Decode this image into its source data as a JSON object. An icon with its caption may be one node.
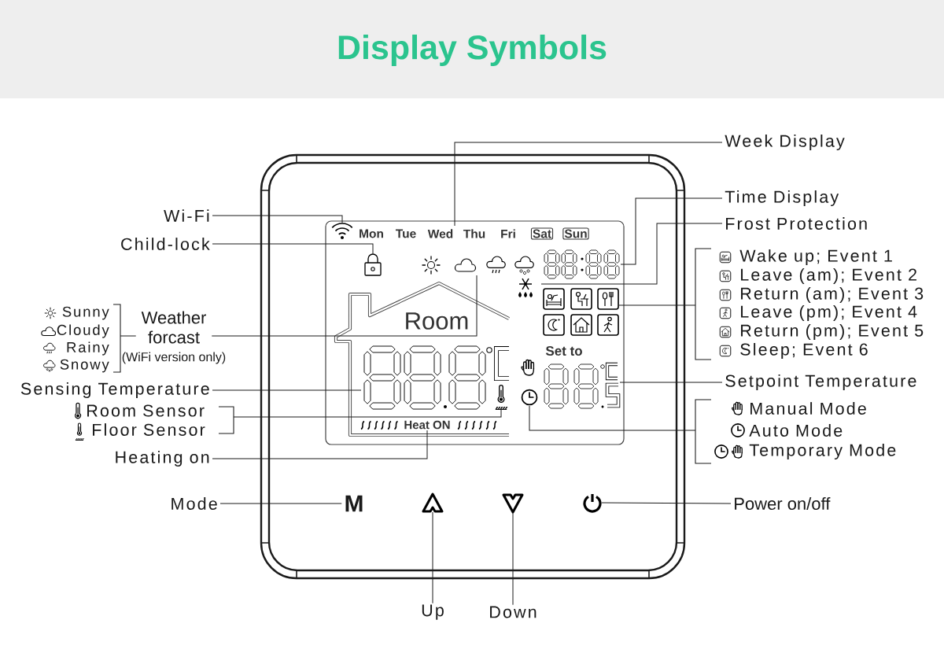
{
  "diagram": {
    "title": "Display Symbols",
    "nodes": [
      {
        "text": [],
        "shape": "box"
      },
      {
        "text": [
          "Room",
          "Set to"
        ],
        "in": 0
      },
      {
        "text": [
          "Mon",
          "Tue",
          "Wed",
          "Thu",
          "Fri",
          "Sat",
          "Sun"
        ],
        "in": 1
      },
      {
        "text": [],
        "shape": "picture",
        "in": 1
      },
      {
        "text": [],
        "shape": "picture",
        "in": 1
      },
      {
        "text": [],
        "shape": "picture",
        "in": 1
      },
      {
        "text": [],
        "shape": "picture",
        "in": 1
      },
      {
        "text": [],
        "shape": "picture",
        "in": 1
      },
      {
        "text": [],
        "shape": "picture",
        "in": 1
      },
      {
        "text": [],
        "shape": "picture",
        "in": 1
      },
      {
        "text": [],
        "shape": "picture",
        "in": 1
      },
      {
        "text": [
          "Heat ON"
        ],
        "in": 1
      },
      {
        "text": [],
        "shape": "picture",
        "in": 1
      },
      {
        "text": [],
        "shape": "picture",
        "in": 1
      },
      {
        "text": [
          "M"
        ],
        "in": 0
      },
      {
        "text": [],
        "shape": "picture",
        "in": 0
      },
      {
        "text": [],
        "shape": "picture",
        "in": 0
      },
      {
        "text": [],
        "shape": "picture",
        "in": 0
      },
      {
        "text": [
          "Week Display"
        ]
      },
      {
        "text": [
          "Wi-Fi"
        ]
      },
      {
        "text": [
          "Time Display"
        ]
      },
      {
        "text": [
          "Frost Protection"
        ]
      },
      {
        "text": [
          "Child-lock"
        ]
      },
      {
        "text": [
          "Wake up; Event 1",
          "Leave (am); Event 2",
          "Return (am); Event 3",
          "Leave (pm); Event 4",
          "Return (pm); Event 5",
          "Sleep; Event 6"
        ]
      },
      {
        "text": [
          "Sunny",
          "Cloudy",
          "Rainy",
          "Snowy"
        ]
      },
      {
        "text": [
          "Weather forcast"
        ],
        "beside": [
          "(WiFi version only)"
        ]
      },
      {
        "text": [
          "Sensing Temperature"
        ]
      },
      {
        "text": [
          "Setpoint Temperature"
        ]
      },
      {
        "text": [
          "Room Sensor",
          "Floor Sensor"
        ]
      },
      {
        "text": [
          "Manual Mode",
          "Auto Mode",
          "Temporary Mode"
        ]
      },
      {
        "text": [
          "Heating on"
        ]
      },
      {
        "text": [
          "Mode"
        ]
      },
      {
        "text": [
          "Power on/off"
        ]
      },
      {
        "text": [
          "Up"
        ]
      },
      {
        "text": [
          "Down"
        ]
      }
    ],
    "edges": [
      {
        "from": 18,
        "to": 2,
        "arrow": "none"
      },
      {
        "from": 19,
        "to": 3,
        "arrow": "none"
      },
      {
        "from": 20,
        "to": 6,
        "arrow": "none"
      },
      {
        "from": 21,
        "to": 7,
        "arrow": "none"
      },
      {
        "from": 22,
        "to": 4,
        "arrow": "none"
      },
      {
        "from": 23,
        "to": 8,
        "arrow": "none"
      },
      {
        "from": 24,
        "to": 25,
        "arrow": "none"
      },
      {
        "from": 25,
        "to": 5,
        "arrow": "none"
      },
      {
        "from": 26,
        "to": 9,
        "arrow": "none"
      },
      {
        "from": 27,
        "to": 13,
        "arrow": "none"
      },
      {
        "from": 28,
        "to": 10,
        "arrow": "none"
      },
      {
        "from": 29,
        "to": 12,
        "arrow": "none"
      },
      {
        "from": 30,
        "to": 11,
        "arrow": "none"
      },
      {
        "from": 31,
        "to": 14,
        "arrow": "none"
      },
      {
        "from": 32,
        "to": 17,
        "arrow": "none"
      },
      {
        "from": 33,
        "to": 15,
        "arrow": "none"
      },
      {
        "from": 34,
        "to": 16,
        "arrow": "none"
      }
    ]
  }
}
